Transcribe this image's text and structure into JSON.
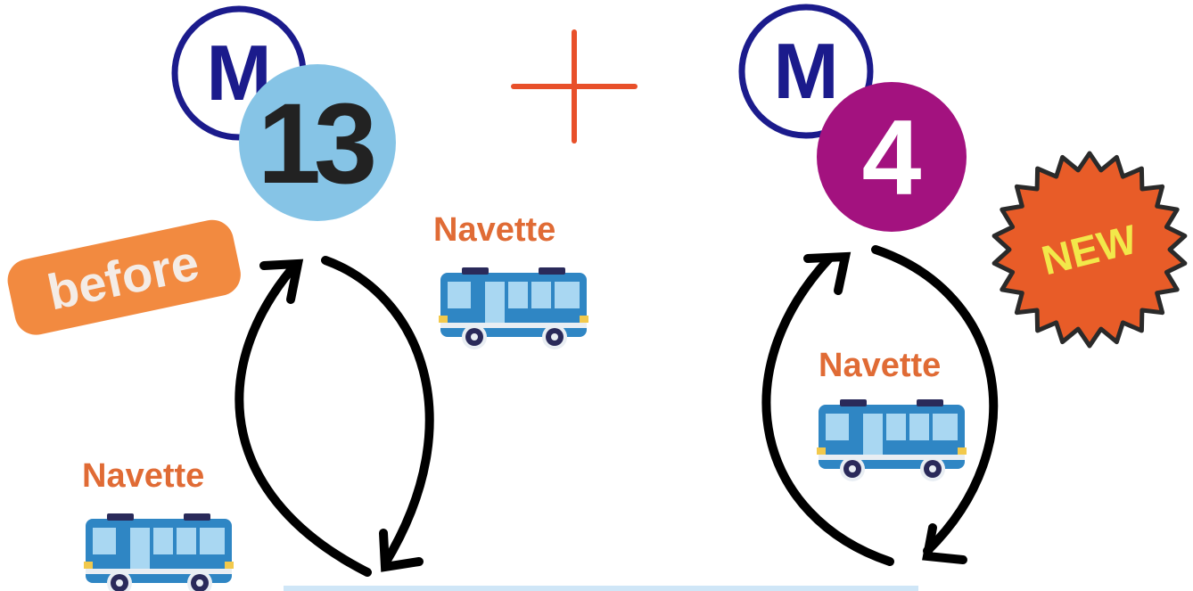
{
  "colors": {
    "metro_ring": "#1b1b8c",
    "line13_disc": "#86c4e6",
    "line13_text": "#222222",
    "line4_disc": "#a3127f",
    "line4_text": "#ffffff",
    "plus": "#e8502a",
    "arrow": "#000000",
    "navette_text": "#e06b35",
    "before_badge": "#f28a40",
    "before_text": "#f4ece6",
    "new_badge": "#e85c28",
    "new_text": "#f2e84a",
    "bus_body": "#2f86c4",
    "bus_window": "#a9d7f2",
    "bus_wheel": "#2a2a5a",
    "bottom_bar": "#cfe6f7"
  },
  "icons": [
    "metro-logo-icon",
    "plus-icon",
    "bus-icon",
    "circular-arrows-icon",
    "starburst-badge-icon"
  ],
  "left_group": {
    "metro_letter": "M",
    "line_number": "13",
    "badge_text": "before",
    "navette_top": "Navette",
    "navette_bottom": "Navette"
  },
  "operator": "+",
  "right_group": {
    "metro_letter": "M",
    "line_number": "4",
    "badge_text": "NEW",
    "navette": "Navette"
  }
}
